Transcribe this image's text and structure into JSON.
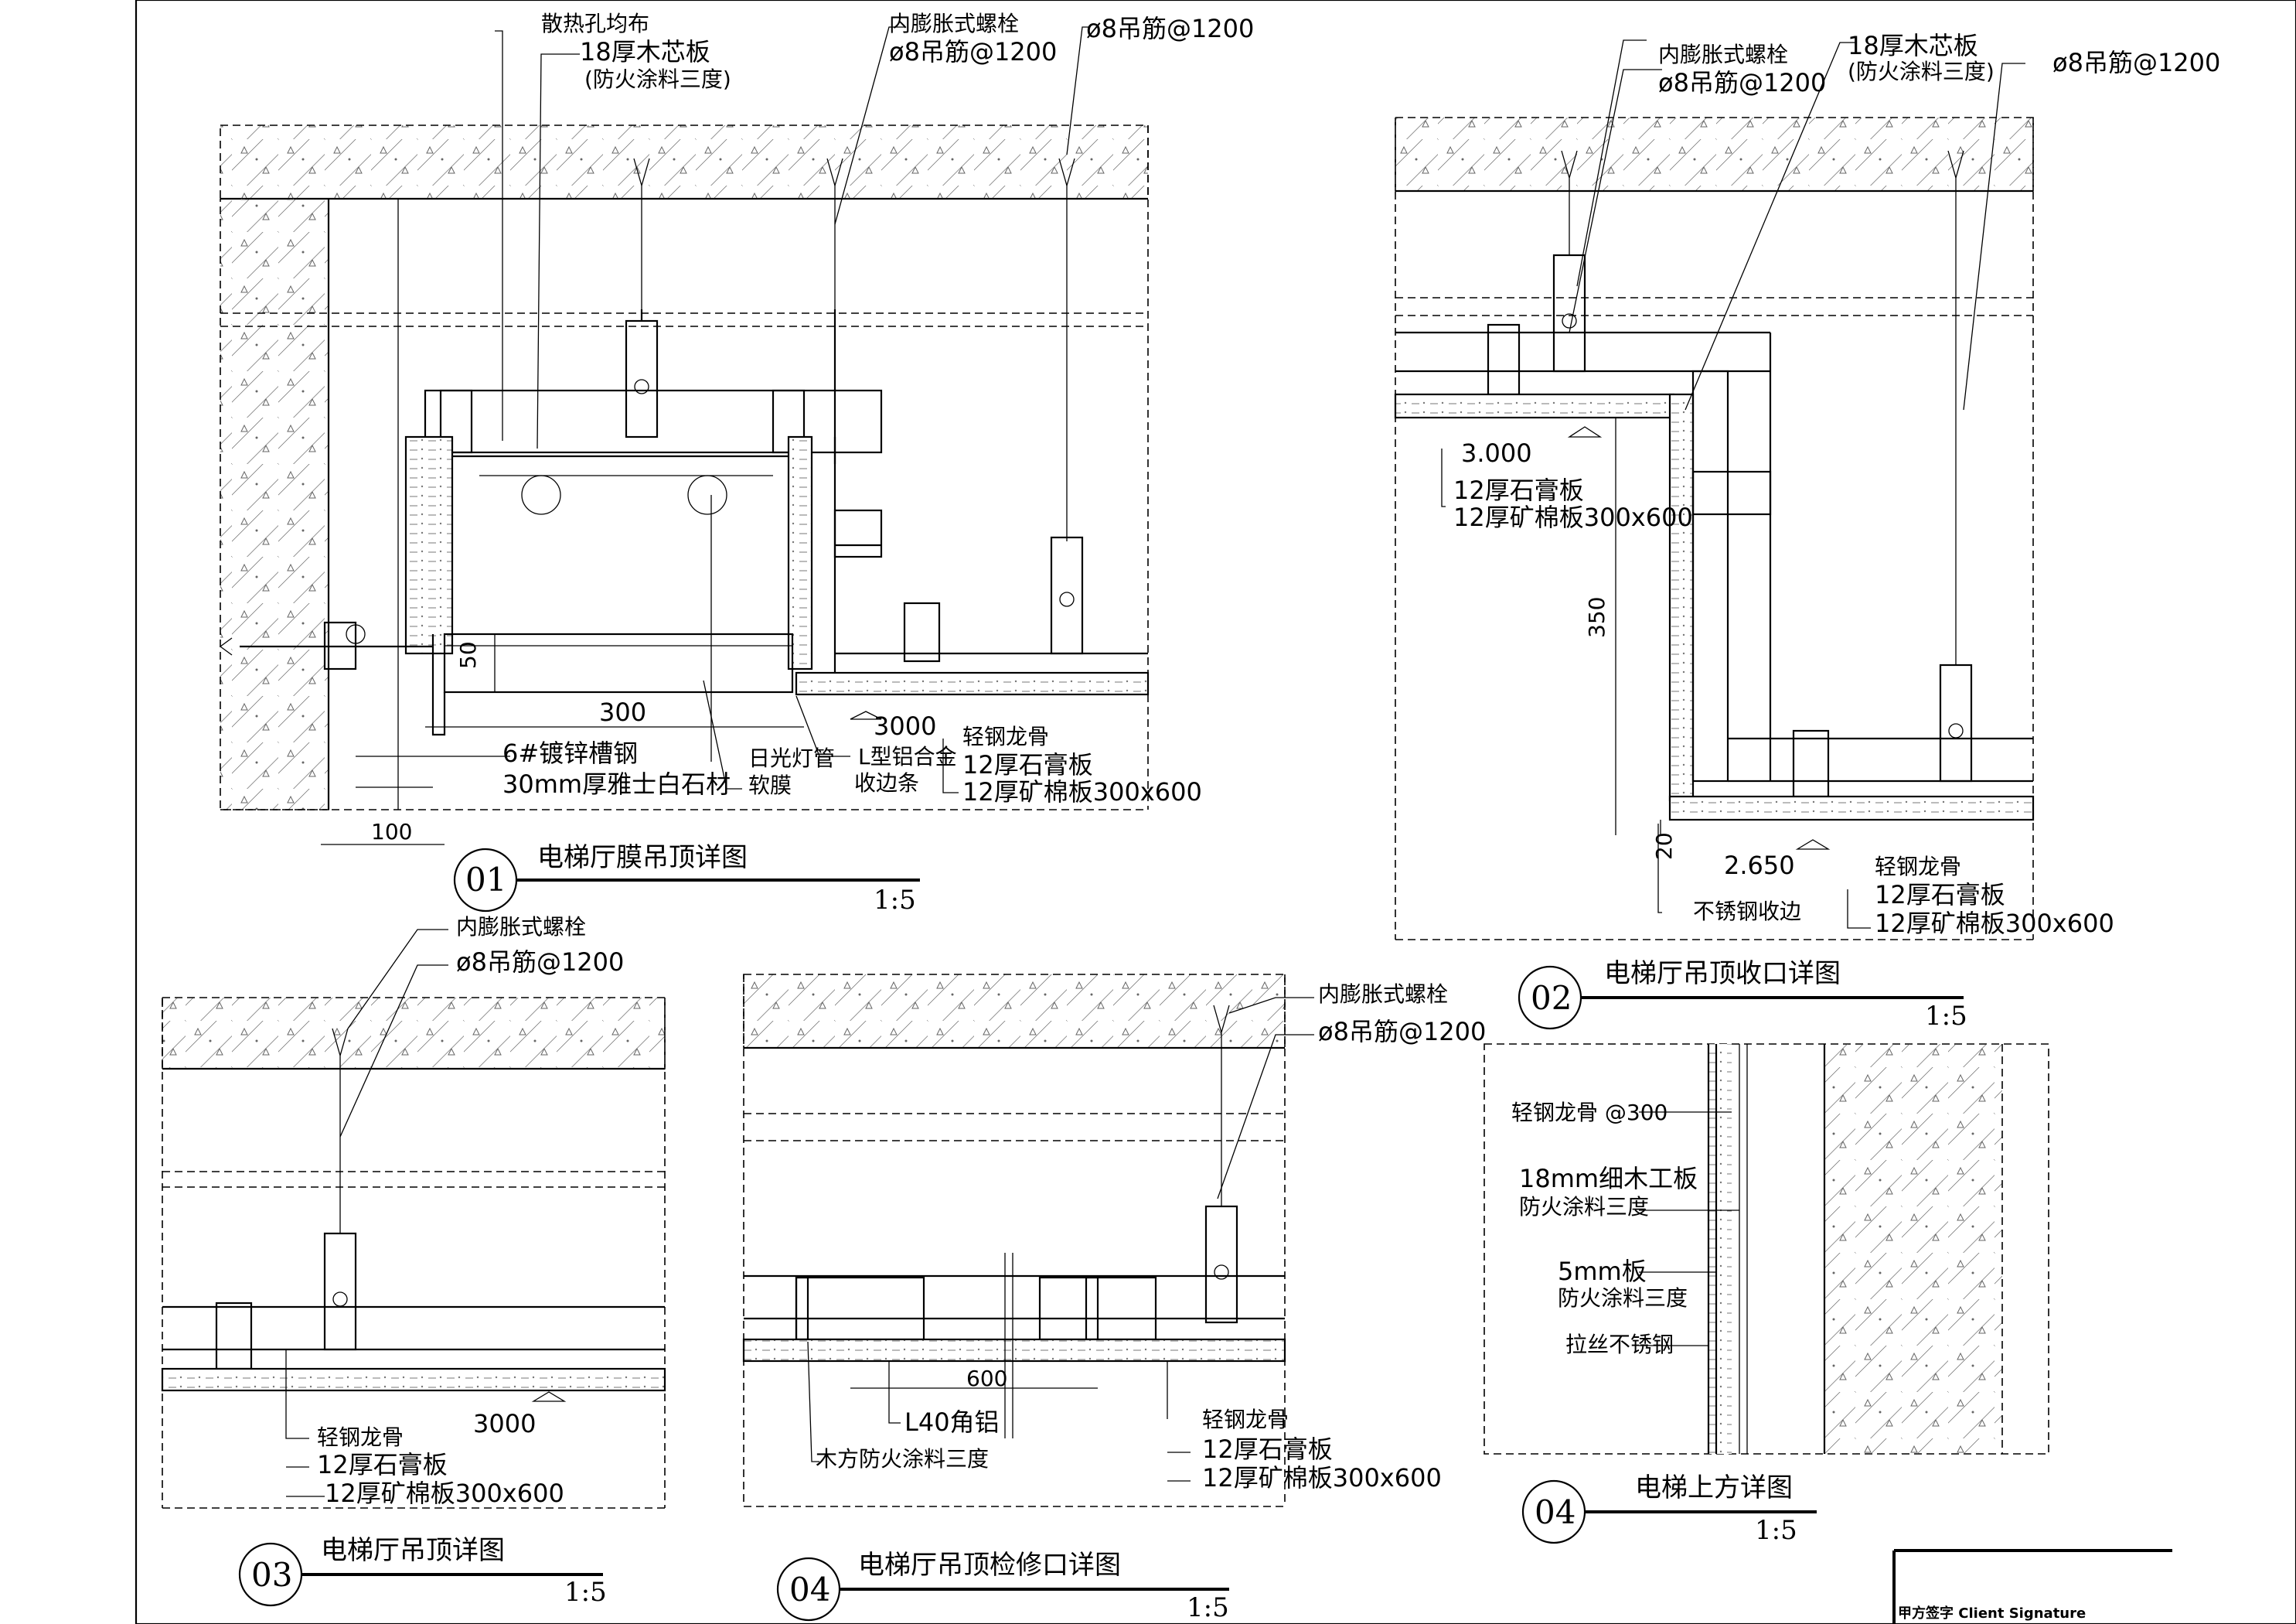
{
  "details": {
    "d01": {
      "number": "01",
      "title": "电梯厅膜吊顶详图",
      "scale": "1:5",
      "labels": {
        "diffuser": "散热孔均布",
        "board18": "18厚木芯板",
        "board18_note": "(防火涂料三度)",
        "bolt": "内膨胀式螺栓",
        "rod": "ø8吊筋@1200",
        "rod2": "ø8吊筋@1200",
        "channel": "6#镀锌槽钢",
        "stone": "30mm厚雅士白石材",
        "lamp": "日光灯管",
        "film": "软膜",
        "trim": "L型铝合金",
        "trim2": "收边条",
        "keel": "轻钢龙骨",
        "gypsum": "12厚石膏板",
        "mineral": "12厚矿棉板300x600",
        "elev": "3000",
        "dim50": "50",
        "dim300": "300",
        "dim100": "100"
      }
    },
    "d02": {
      "number": "02",
      "title": "电梯厅吊顶收口详图",
      "scale": "1:5",
      "labels": {
        "bolt": "内膨胀式螺栓",
        "rod": "ø8吊筋@1200",
        "board18": "18厚木芯板",
        "board18_note": "(防火涂料三度)",
        "rod2": "ø8吊筋@1200",
        "elev1": "3.000",
        "gypsum": "12厚石膏板",
        "mineral": "12厚矿棉板300x600",
        "dim350": "350",
        "dim20": "20",
        "elev2": "2.650",
        "steel": "不锈钢收边",
        "keel": "轻钢龙骨",
        "gypsum2": "12厚石膏板",
        "mineral2": "12厚矿棉板300x600"
      }
    },
    "d03": {
      "number": "03",
      "title": "电梯厅吊顶详图",
      "scale": "1:5",
      "labels": {
        "bolt": "内膨胀式螺栓",
        "rod": "ø8吊筋@1200",
        "elev": "3000",
        "keel": "轻钢龙骨",
        "gypsum": "12厚石膏板",
        "mineral": "12厚矿棉板300x600"
      }
    },
    "d04a": {
      "number": "04",
      "title": "电梯厅吊顶检修口详图",
      "scale": "1:5",
      "labels": {
        "bolt": "内膨胀式螺栓",
        "rod": "ø8吊筋@1200",
        "dim600": "600",
        "angle": "L40角铝",
        "wood": "木方防火涂料三度",
        "keel": "轻钢龙骨",
        "gypsum": "12厚石膏板",
        "mineral": "12厚矿棉板300x600"
      }
    },
    "d04b": {
      "number": "04",
      "title": "电梯上方详图",
      "scale": "1:5",
      "labels": {
        "keel": "轻钢龙骨  @300",
        "wood18": "18mm细木工板",
        "wood18_note": "防火涂料三度",
        "board5": "5mm板",
        "board5_note": "防火涂料三度",
        "steel": "拉丝不锈钢"
      }
    }
  },
  "titleblock": {
    "signature": "甲方签字 Client Signature"
  }
}
